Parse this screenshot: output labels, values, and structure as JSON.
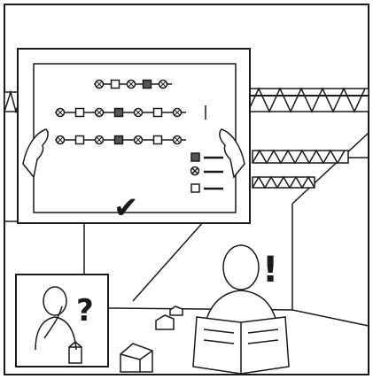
{
  "scene": {
    "description_marks": {
      "question": "?",
      "exclamation": "!",
      "check": "✔"
    },
    "colors": {
      "ink": "#1a1a1a",
      "paper": "#ffffff",
      "dot_dark": "#555555",
      "dot_light": "#f2f2f2"
    },
    "legend": {
      "symbols": [
        "square-dark",
        "circle-cross",
        "square-light"
      ]
    },
    "diagram": {
      "rows": [
        {
          "symbols": [
            "circle-cross",
            "square-light",
            "circle-cross",
            "square-dark",
            "circle-cross"
          ]
        },
        {
          "symbols": [
            "circle-cross",
            "square-light",
            "circle-cross",
            "square-dark",
            "circle-cross",
            "square-light",
            "circle-cross"
          ]
        },
        {
          "symbols": [
            "circle-cross",
            "square-light",
            "circle-cross",
            "square-dark",
            "circle-cross",
            "square-light",
            "circle-cross"
          ]
        }
      ]
    }
  }
}
